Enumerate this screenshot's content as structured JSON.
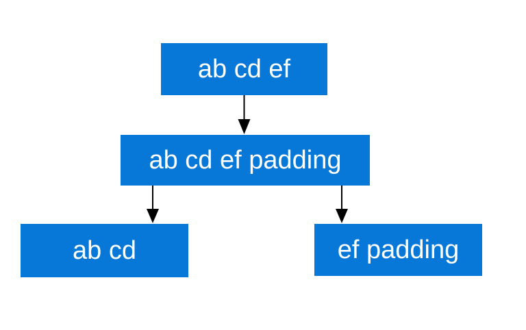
{
  "diagram": {
    "type": "tree",
    "background": "#ffffff",
    "colors": {
      "node_fill": "#0778d7",
      "node_text": "#ffffff",
      "arrow": "#000000"
    },
    "nodes": [
      {
        "id": "root",
        "label": "ab cd ef"
      },
      {
        "id": "child",
        "label": "ab cd ef padding"
      },
      {
        "id": "leaf1",
        "label": "ab cd"
      },
      {
        "id": "leaf2",
        "label": "ef padding"
      }
    ],
    "edges": [
      {
        "from": "root",
        "to": "child",
        "style": "arrow-down"
      },
      {
        "from": "child",
        "to": "leaf1",
        "style": "arrow-down"
      },
      {
        "from": "child",
        "to": "leaf2",
        "style": "arrow-down"
      }
    ]
  }
}
